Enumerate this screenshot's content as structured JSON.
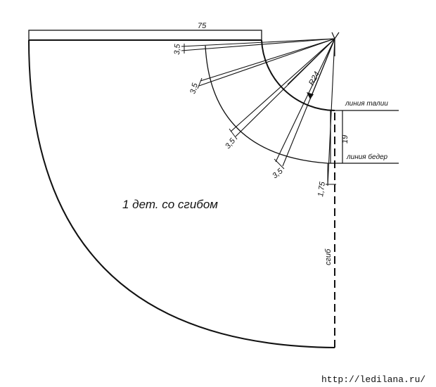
{
  "pattern": {
    "top_width": "75",
    "radius": "R24",
    "hip_depth": "19",
    "piece_text": "1 дет. со сгибом",
    "fold_label": "сгиб",
    "waist_line": "линия талии",
    "hip_line": "линия бедер",
    "dart_widths": [
      "3,5",
      "3,5",
      "3,5",
      "3,5"
    ],
    "side_offset": "1,75",
    "source": "http://ledilana.ru/"
  },
  "colors": {
    "ink": "#111111",
    "background": "#ffffff"
  }
}
